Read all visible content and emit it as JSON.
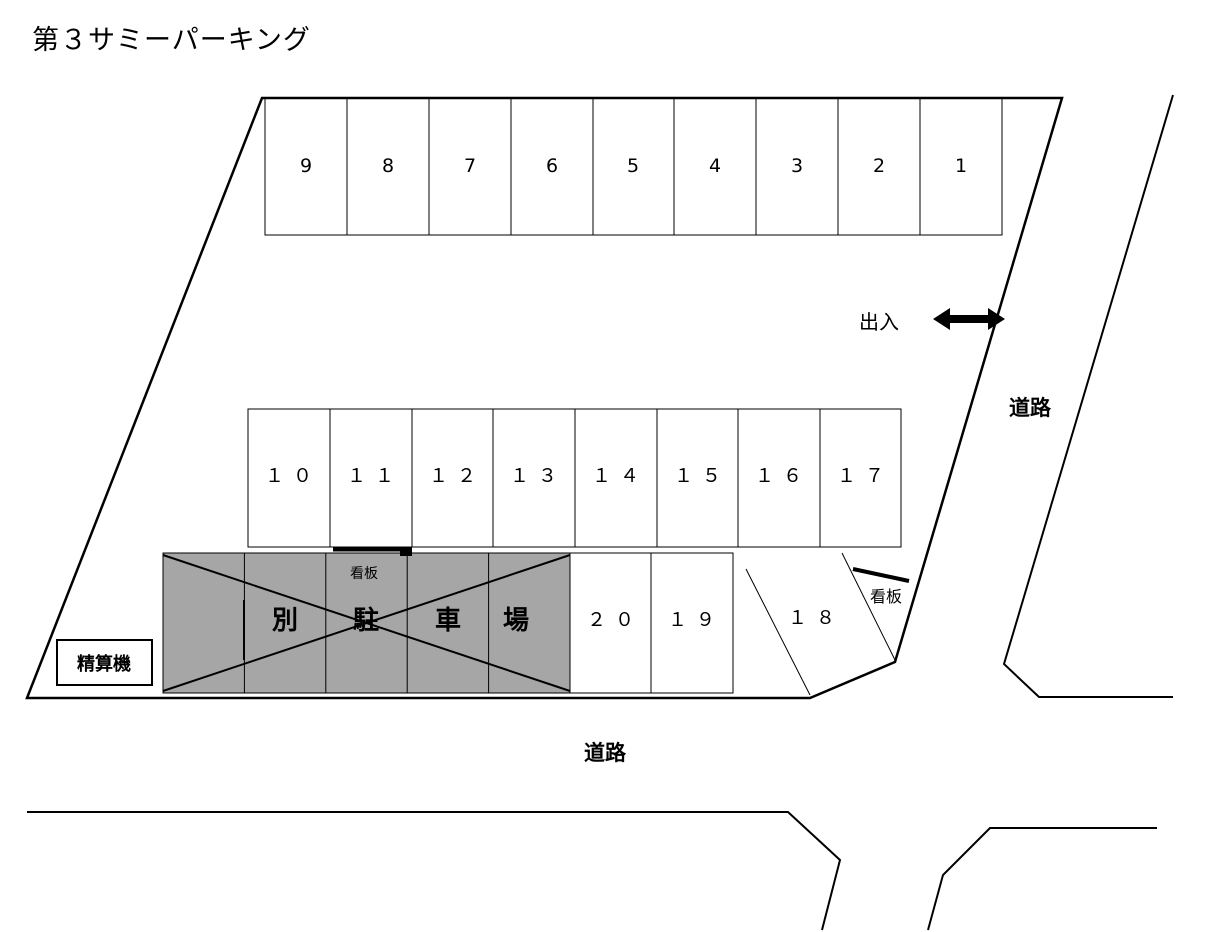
{
  "title": "第３サミーパーキング",
  "top_row_spaces": [
    "9",
    "8",
    "7",
    "6",
    "5",
    "4",
    "3",
    "2",
    "1"
  ],
  "middle_row_spaces": [
    "１０",
    "１１",
    "１２",
    "１３",
    "１４",
    "１５",
    "１６",
    "１７"
  ],
  "bottom_row_spaces": [
    "２０",
    "１９"
  ],
  "angled_space": "１８",
  "entrance_label": "出入",
  "road_east_label": "道路",
  "road_south_label": "道路",
  "other_lot_chars": [
    "別",
    "駐",
    "車",
    "場"
  ],
  "sign_label_1": "看板",
  "sign_label_2": "看板",
  "payment_machine_label": "精算機",
  "colors": {
    "other_lot_fill": "#a6a6a6",
    "line": "#000000"
  }
}
